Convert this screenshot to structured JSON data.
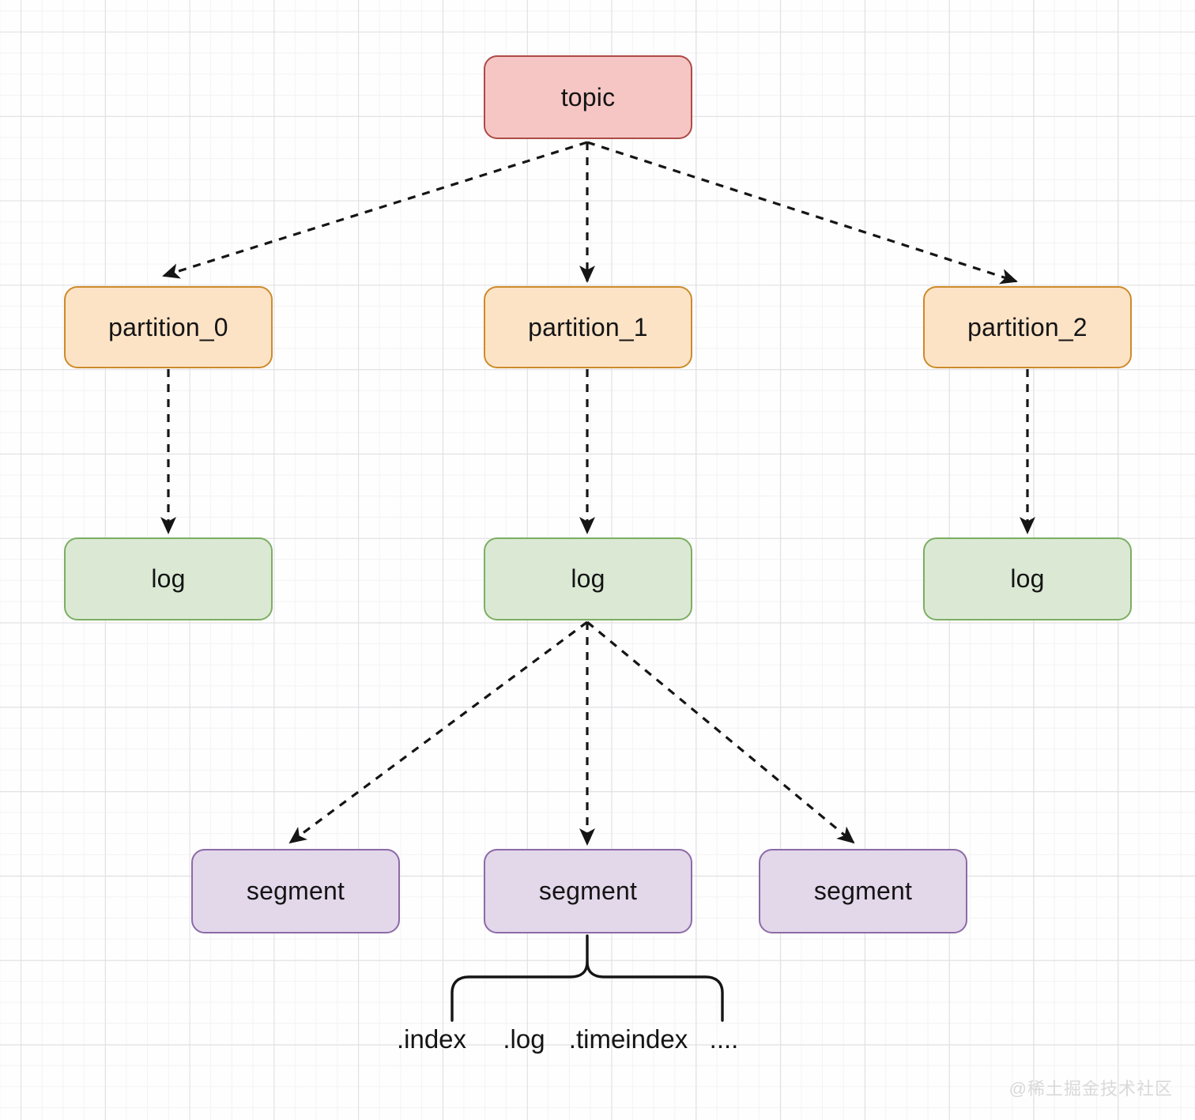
{
  "colors": {
    "topic_fill": "#f5c6c4",
    "topic_border": "#ad4a45",
    "partition_fill": "#fce3c6",
    "partition_border": "#cd8b2a",
    "log_fill": "#dbe9d4",
    "log_border": "#7cae63",
    "segment_fill": "#e3d7ea",
    "segment_border": "#8c6aa7",
    "edge_line": "#151515",
    "grid_minor": "#f3f3f4",
    "grid_major": "#dfdfe2",
    "watermark_color": "#d9d9d9"
  },
  "nodes": {
    "topic": {
      "label": "topic"
    },
    "partition_0": {
      "label": "partition_0"
    },
    "partition_1": {
      "label": "partition_1"
    },
    "partition_2": {
      "label": "partition_2"
    },
    "log_0": {
      "label": "log"
    },
    "log_1": {
      "label": "log"
    },
    "log_2": {
      "label": "log"
    },
    "segment_0": {
      "label": "segment"
    },
    "segment_1": {
      "label": "segment"
    },
    "segment_2": {
      "label": "segment"
    }
  },
  "edges": [
    {
      "from": "topic",
      "to": "partition_0",
      "style": "dashed-arrow"
    },
    {
      "from": "topic",
      "to": "partition_1",
      "style": "dashed-arrow"
    },
    {
      "from": "topic",
      "to": "partition_2",
      "style": "dashed-arrow"
    },
    {
      "from": "partition_0",
      "to": "log_0",
      "style": "dashed-arrow"
    },
    {
      "from": "partition_1",
      "to": "log_1",
      "style": "dashed-arrow"
    },
    {
      "from": "partition_2",
      "to": "log_2",
      "style": "dashed-arrow"
    },
    {
      "from": "log_1",
      "to": "segment_0",
      "style": "dashed-arrow"
    },
    {
      "from": "log_1",
      "to": "segment_1",
      "style": "dashed-arrow"
    },
    {
      "from": "log_1",
      "to": "segment_2",
      "style": "dashed-arrow"
    },
    {
      "from": "segment_1",
      "to": "file_labels",
      "style": "brace"
    }
  ],
  "file_labels": {
    "0": ".index",
    "1": ".log",
    "2": ".timeindex",
    "3": "...."
  },
  "watermark": "@稀土掘金技术社区"
}
